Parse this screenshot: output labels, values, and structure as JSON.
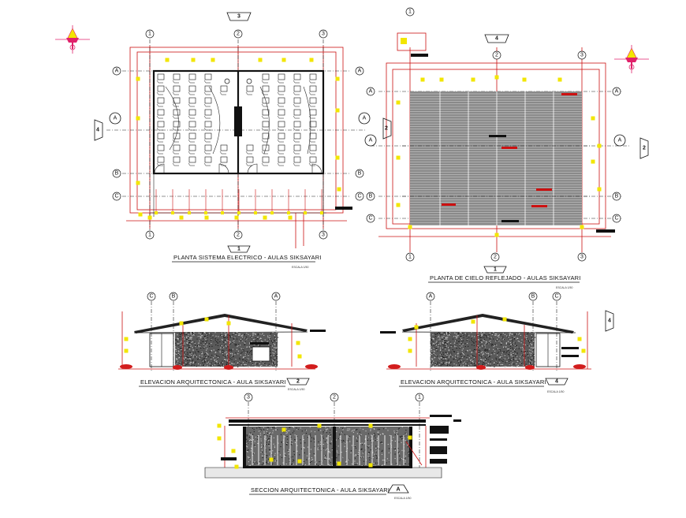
{
  "sheet": {
    "drawings": [
      {
        "id": "plan-electrical",
        "title": "PLANTA SISTEMA ELECTRICO - AULAS SIKSAYARI",
        "scale": "ESCALA 1/50",
        "bubble": "1"
      },
      {
        "id": "plan-ceiling",
        "title": "PLANTA DE CIELO REFLEJADO - AULAS SIKSAYARI",
        "scale": "ESCALA 1/50",
        "bubble": "1"
      },
      {
        "id": "elevation-left",
        "title": "ELEVACION ARQUITECTONICA - AULA SIKSAYARI",
        "scale": "ESCALA 1/50",
        "bubble": "2"
      },
      {
        "id": "elevation-right",
        "title": "ELEVACION ARQUITECTONICA - AULA SIKSAYARI",
        "scale": "ESCALA 1/50",
        "bubble": "4"
      },
      {
        "id": "section",
        "title": "SECCION ARQUITECTONICA - AULA SIKSAYARI",
        "scale": "ESCALA 1/50",
        "bubble": "A"
      }
    ],
    "grid_numbers": [
      "1",
      "2",
      "3"
    ],
    "grid_letters": [
      "A",
      "B",
      "C"
    ],
    "section_marks": [
      "1",
      "2",
      "3",
      "4",
      "A"
    ],
    "colors": {
      "dimension": "#cc1111",
      "marker": "#f2e600",
      "line": "#111111",
      "compass": "#e0226b"
    }
  }
}
